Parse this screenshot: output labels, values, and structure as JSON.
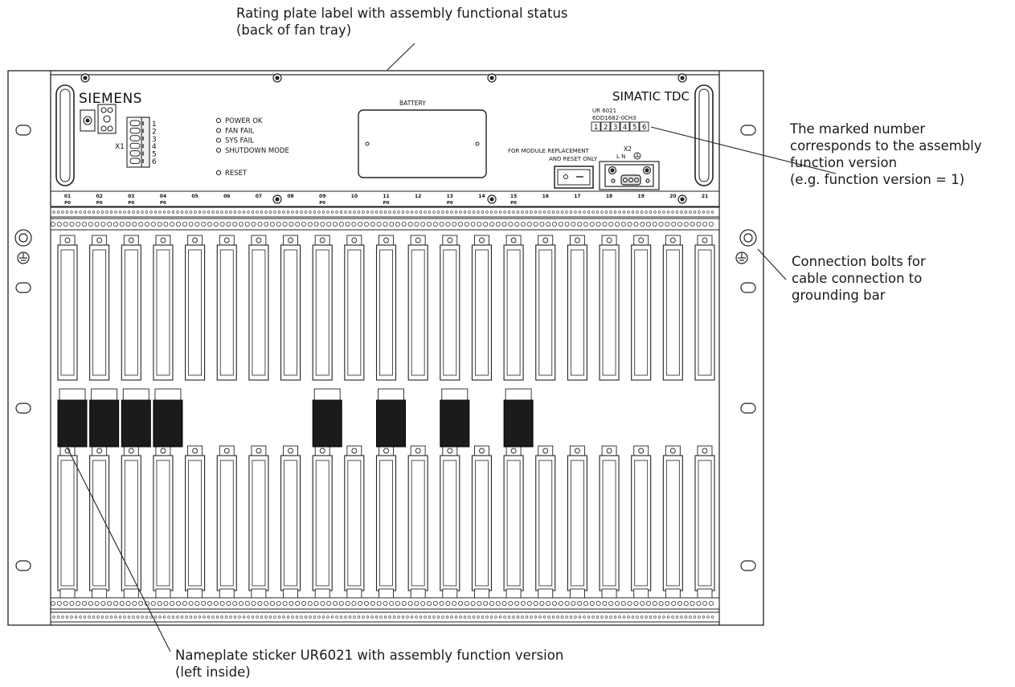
{
  "callouts": {
    "rating_plate_l1": "Rating plate label with assembly functional status",
    "rating_plate_l2": "(back of fan tray)",
    "marked_number_l1": "The marked number",
    "marked_number_l2": "corresponds to the assembly",
    "marked_number_l3": "function version",
    "marked_number_l4": "(e.g. function version = 1)",
    "connection_bolts_l1": "Connection bolts for",
    "connection_bolts_l2": "cable connection to",
    "connection_bolts_l3": "grounding bar",
    "nameplate_l1": "Nameplate sticker UR6021 with assembly function version",
    "nameplate_l2": "(left inside)"
  },
  "panel": {
    "brand": "SIEMENS",
    "product": "SIMATIC TDC",
    "connector_x1": "X1",
    "x1_pins": [
      "1",
      "2",
      "3",
      "4",
      "5",
      "6"
    ],
    "leds": [
      "POWER OK",
      "FAN FAIL",
      "SYS FAIL",
      "SHUTDOWN MODE"
    ],
    "reset": "RESET",
    "battery": "BATTERY",
    "module_replacement_l1": "FOR MODULE REPLACEMENT",
    "module_replacement_l2": "AND RESET ONLY",
    "connector_x2": "X2",
    "x2_pins": "L  N",
    "rating_model": "UR 6021",
    "rating_order": "6DD1682-0CH3",
    "version_boxes": [
      "1",
      "2",
      "3",
      "4",
      "5",
      "6"
    ],
    "slots": [
      {
        "num": "01",
        "sub": "P0"
      },
      {
        "num": "02",
        "sub": "P0"
      },
      {
        "num": "03",
        "sub": "P0"
      },
      {
        "num": "04",
        "sub": "P0"
      },
      {
        "num": "05",
        "sub": ""
      },
      {
        "num": "06",
        "sub": ""
      },
      {
        "num": "07",
        "sub": ""
      },
      {
        "num": "08",
        "sub": ""
      },
      {
        "num": "09",
        "sub": "P0"
      },
      {
        "num": "10",
        "sub": ""
      },
      {
        "num": "11",
        "sub": "P0"
      },
      {
        "num": "12",
        "sub": ""
      },
      {
        "num": "13",
        "sub": "P0"
      },
      {
        "num": "14",
        "sub": ""
      },
      {
        "num": "15",
        "sub": "P0"
      },
      {
        "num": "16",
        "sub": ""
      },
      {
        "num": "17",
        "sub": ""
      },
      {
        "num": "18",
        "sub": ""
      },
      {
        "num": "19",
        "sub": ""
      },
      {
        "num": "20",
        "sub": ""
      },
      {
        "num": "21",
        "sub": ""
      }
    ]
  }
}
